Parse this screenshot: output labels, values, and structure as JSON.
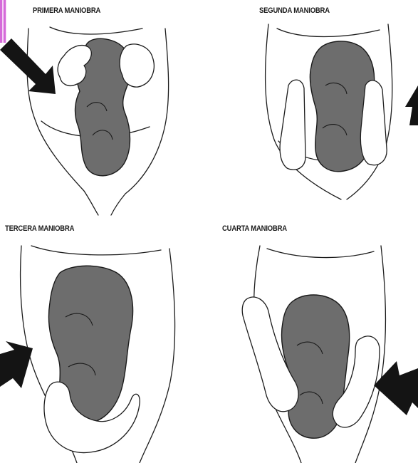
{
  "colors": {
    "fetus": "#6d6d6d",
    "arrow": "#141414",
    "line": "#1c1c1c",
    "edge_strip": "#d56ad9"
  },
  "panels": [
    {
      "title": "PRIMERA MANIOBRA"
    },
    {
      "title": "SEGUNDA MANIOBRA"
    },
    {
      "title": "TERCERA MANIOBRA"
    },
    {
      "title": "CUARTA MANIOBRA"
    }
  ]
}
